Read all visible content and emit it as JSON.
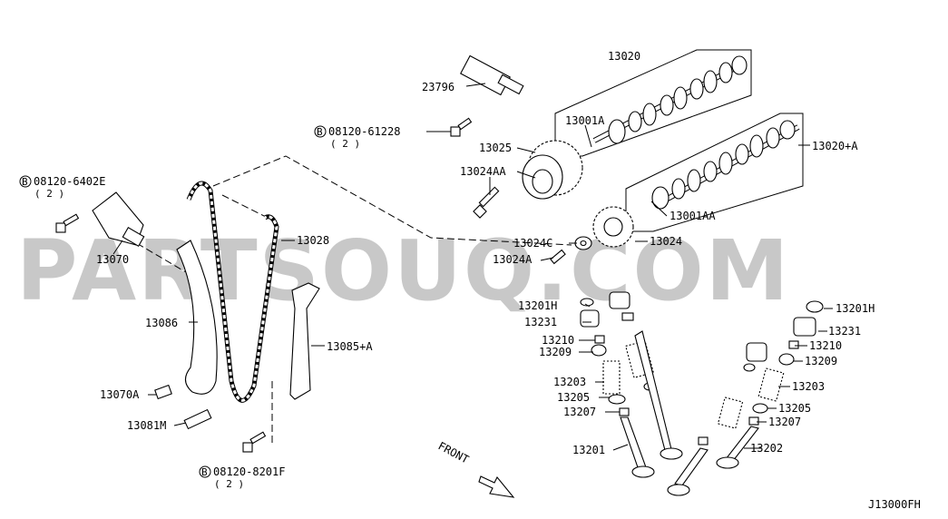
{
  "watermark": "PARTSOUQ.COM",
  "diagram_code": "J13000FH",
  "front_label": "FRONT",
  "labels": {
    "p23796": "23796",
    "p13020": "13020",
    "p13001A": "13001A",
    "p13025": "13025",
    "p13024AA": "13024AA",
    "p13020A": "13020+A",
    "p13001AA": "13001AA",
    "p13024C": "13024C",
    "p13024": "13024",
    "p13024A": "13024A",
    "p13028": "13028",
    "p13070": "13070",
    "p13086": "13086",
    "p13085A": "13085+A",
    "p13070A": "13070A",
    "p13081M": "13081M",
    "p13201H_l": "13201H",
    "p13231_l": "13231",
    "p13210_l": "13210",
    "p13209_l": "13209",
    "p13203_l": "13203",
    "p13205_l": "13205",
    "p13207_l": "13207",
    "p13201": "13201",
    "p13201H_r": "13201H",
    "p13231_r": "13231",
    "p13210_r": "13210",
    "p13209_r": "13209",
    "p13203_r": "13203",
    "p13205_r": "13205",
    "p13207_r": "13207",
    "p13202": "13202"
  },
  "bolts": {
    "b1_code": "08120-61228",
    "b1_qty": "( 2 )",
    "b2_code": "08120-6402E",
    "b2_qty": "( 2 )",
    "b3_code": "08120-8201F",
    "b3_qty": "( 2 )",
    "marker": "B"
  }
}
